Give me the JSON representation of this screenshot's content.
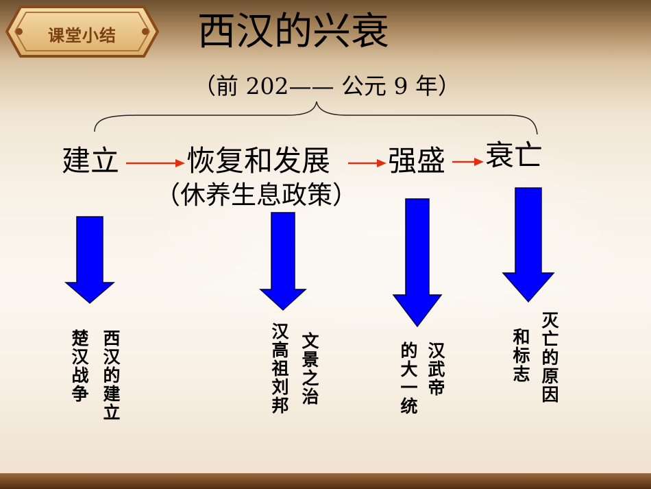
{
  "badge": {
    "label": "课堂小结"
  },
  "title": "西汉的兴衰",
  "subtitle": "（前 202—— 公元 9 年）",
  "stages": {
    "founding": "建立",
    "recovery": "恢复和发展",
    "peak": "强盛",
    "decline": "衰亡"
  },
  "policy_note": "（休养生息政策）",
  "details": {
    "founding_col1": "西汉的建立",
    "founding_col2": "楚汉战争",
    "recovery_col1": "文景之治",
    "recovery_col2": "汉高祖刘邦",
    "peak_col1": "汉武帝",
    "peak_col2": "的大一统",
    "decline_col1": "灭亡的原因",
    "decline_col2": "和标志"
  },
  "colors": {
    "arrow_blue": "#0000ff",
    "connector_red": "#e03010",
    "badge_fill": "#e8c48a",
    "badge_border": "#8a4b1a",
    "badge_text": "#7a3f12"
  }
}
